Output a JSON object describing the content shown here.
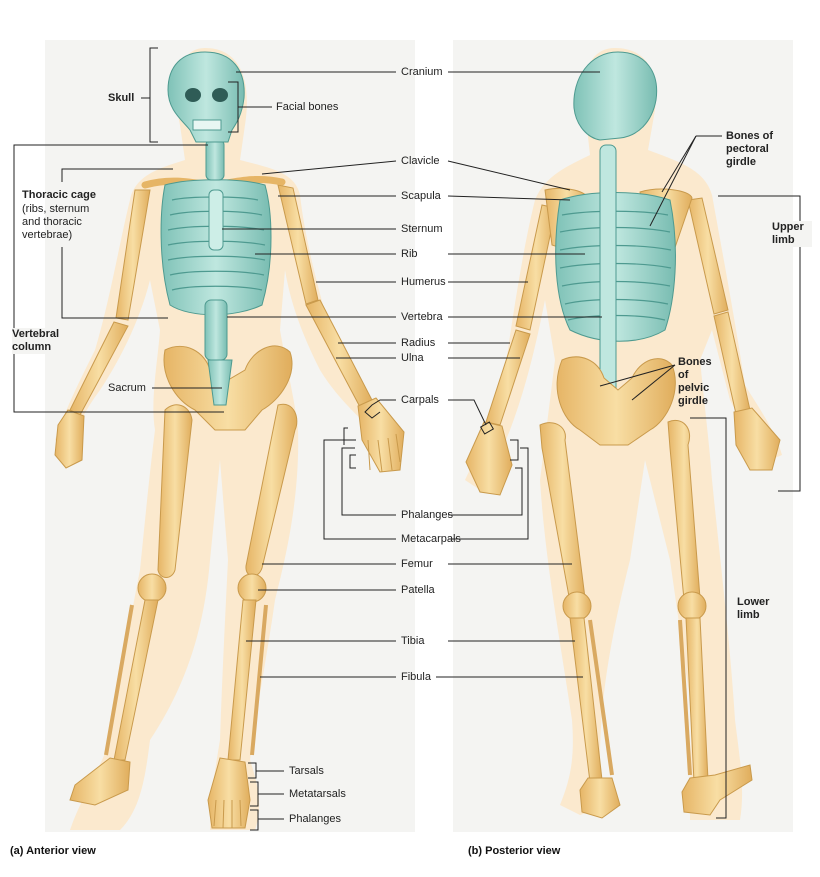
{
  "panels": {
    "anterior_caption": "(a) Anterior view",
    "posterior_caption": "(b) Posterior view"
  },
  "center_labels": {
    "cranium": "Cranium",
    "facial_bones": "Facial bones",
    "clavicle": "Clavicle",
    "scapula": "Scapula",
    "sternum": "Sternum",
    "rib": "Rib",
    "humerus": "Humerus",
    "vertebra": "Vertebra",
    "radius": "Radius",
    "ulna": "Ulna",
    "carpals": "Carpals",
    "phalanges_hand": "Phalanges",
    "metacarpals": "Metacarpals",
    "femur": "Femur",
    "patella": "Patella",
    "tibia": "Tibia",
    "fibula": "Fibula",
    "tarsals": "Tarsals",
    "metatarsals": "Metatarsals",
    "phalanges_foot": "Phalanges"
  },
  "left_labels": {
    "skull": "Skull",
    "thoracic_cage_title": "Thoracic cage",
    "thoracic_cage_detail": "(ribs, sternum and thoracic vertebrae)",
    "vertebral_column": "Vertebral column",
    "sacrum": "Sacrum"
  },
  "right_labels": {
    "bones_pectoral_girdle": "Bones of pectoral girdle",
    "upper_limb": "Upper limb",
    "bones_pelvic_girdle": "Bones of pelvic girdle",
    "lower_limb": "Lower limb"
  },
  "colors": {
    "bone": "#f2cf8a",
    "bone_dark": "#c99a4c",
    "axial": "#9fd6cc",
    "axial_dark": "#4e9a90",
    "skin": "#fbe6c8",
    "panel_bg": "#f4f4f2",
    "leader": "#222222"
  }
}
